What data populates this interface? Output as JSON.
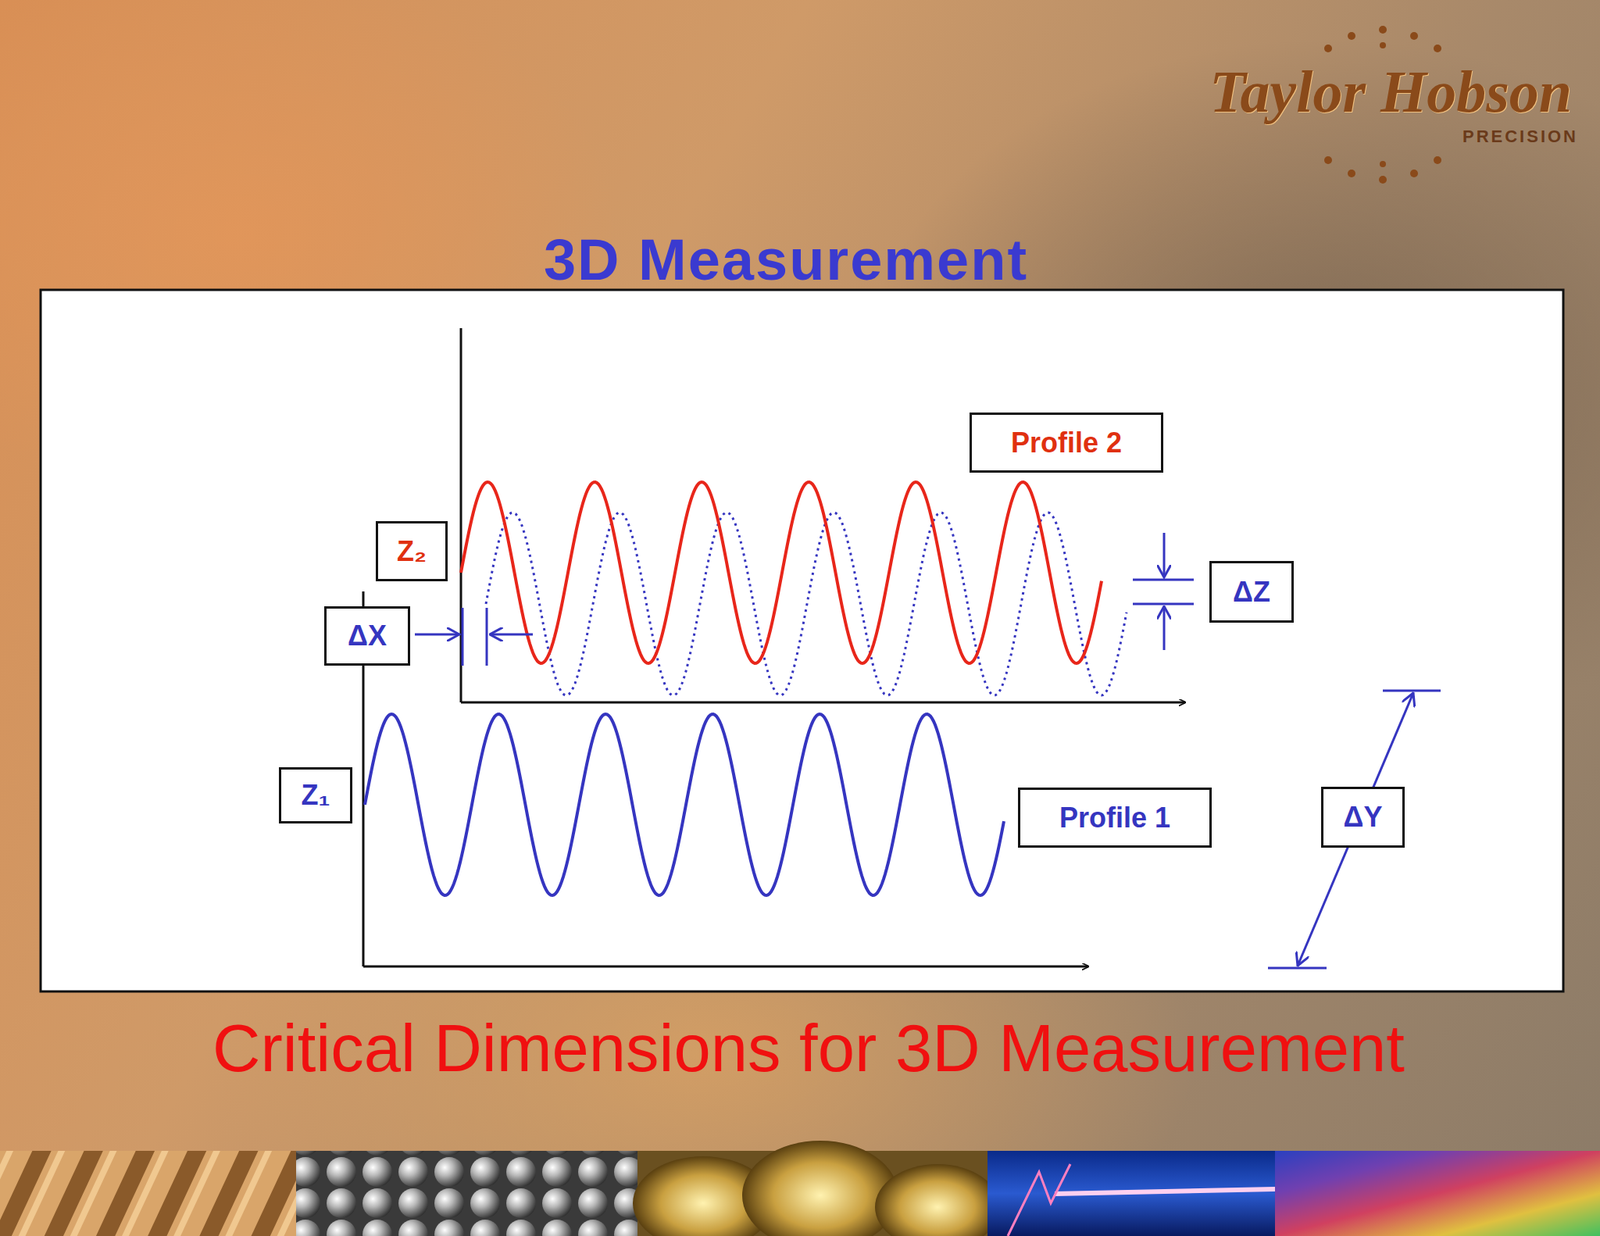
{
  "diagram": {
    "title": "3D Measurement",
    "caption": "Critical Dimensions for 3D Measurement",
    "nodes": [
      {
        "text": [
          "Profile 2"
        ]
      },
      {
        "text": [
          "Z₂"
        ]
      },
      {
        "text": [
          "ΔX"
        ]
      },
      {
        "text": [
          "ΔZ"
        ]
      },
      {
        "text": [
          "Z₁"
        ]
      },
      {
        "text": [
          "Profile 1"
        ]
      },
      {
        "text": [
          "ΔY"
        ]
      }
    ],
    "labels": [
      "Taylor Hobson",
      "PRECISION"
    ]
  }
}
